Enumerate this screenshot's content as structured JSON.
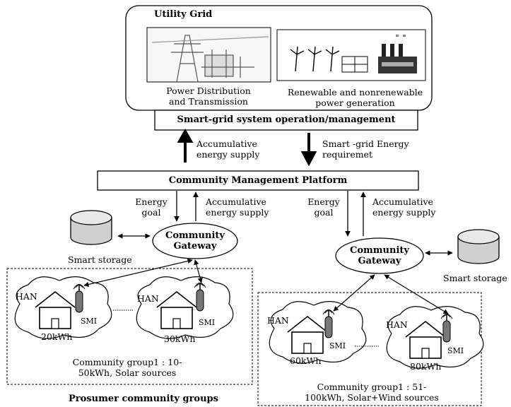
{
  "grid": {
    "title": "Utility Grid",
    "distribution_line1": "Power Distribution",
    "distribution_line2": "and Transmission",
    "generation_line1": "Renewable  and nonrenewable",
    "generation_line2": "power generation"
  },
  "ops_bar": "Smart-grid system operation/management",
  "up_arrow_label": [
    "Accumulative",
    "energy supply"
  ],
  "down_arrow_label": [
    "Smart -grid Energy",
    "requiremet"
  ],
  "platform": "Community Management Platform",
  "left_links": {
    "goal": [
      "Energy",
      "goal"
    ],
    "supply": [
      "Accumulative",
      "energy supply"
    ]
  },
  "right_links": {
    "goal": [
      "Energy",
      "goal"
    ],
    "supply": [
      "Accumulative",
      "energy supply"
    ]
  },
  "gateway_left": [
    "Community",
    "Gateway"
  ],
  "gateway_right": [
    "Community",
    "Gateway"
  ],
  "storage_left": "Smart storage",
  "storage_right": "Smart storage",
  "group1": {
    "homes": [
      {
        "han": "HAN",
        "smi": "SMI",
        "kwh": "20kWh"
      },
      {
        "han": "HAN",
        "smi": "SMI",
        "kwh": "30kWh"
      }
    ],
    "caption": [
      "Community group1 : 10-",
      "50kWh, Solar sources"
    ]
  },
  "group2": {
    "homes": [
      {
        "han": "HAN",
        "smi": "SMI",
        "kwh": "60kWh"
      },
      {
        "han": "HAN",
        "smi": "SMI",
        "kwh": "80kWh"
      }
    ],
    "caption": [
      "Community group1 : 51-",
      "100kWh, Solar+Wind sources"
    ]
  },
  "footer": "Prosumer community groups"
}
